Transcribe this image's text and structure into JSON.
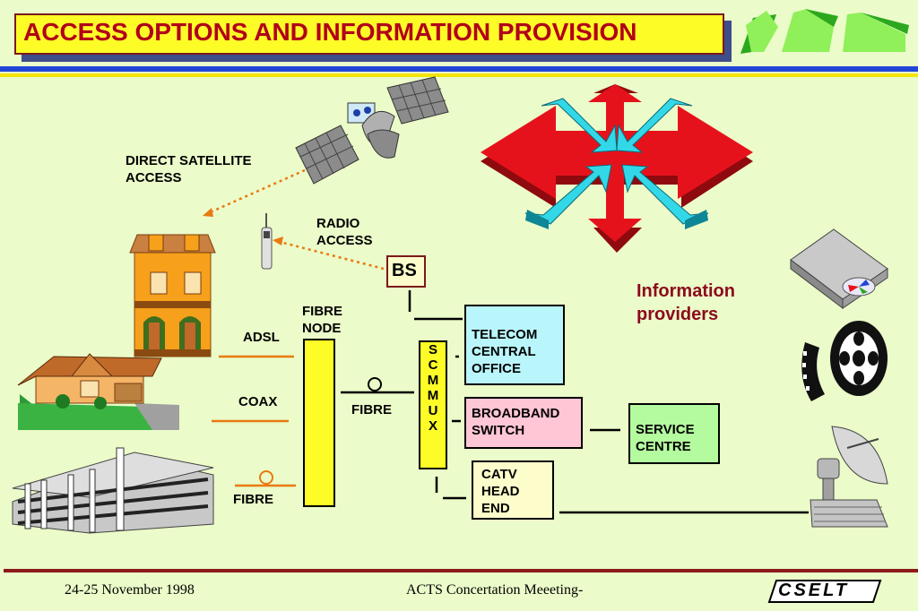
{
  "title": "ACCESS OPTIONS AND INFORMATION PROVISION",
  "labels": {
    "satellite": "DIRECT SATELLITE ACCESS",
    "radio": "RADIO ACCESS",
    "bs": "BS",
    "fibre_node": "FIBRE NODE",
    "adsl": "ADSL",
    "coax": "COAX",
    "fibre_bottom": "FIBRE",
    "fibre_mid": "FIBRE",
    "scm_mux": "S C M M U X",
    "telecom": "TELECOM CENTRAL OFFICE",
    "broadband": "BROADBAND SWITCH",
    "service": "SERVICE CENTRE",
    "catv": "CATV HEAD END",
    "info_providers": "Information providers"
  },
  "footer": {
    "date": "24-25 November 1998",
    "event": "ACTS Concertation Meeeting-",
    "logo": "CSELT"
  },
  "colors": {
    "background": "#ebfbc9",
    "title_fill": "#fdfc27",
    "title_text": "#b1001a",
    "info_text": "#8b0b1d",
    "telecom_fill": "#b9f6fb",
    "broadband_fill": "#ffc6d6",
    "service_fill": "#b4fa9f",
    "catv_fill": "#fdfccb",
    "node_fill": "#fdfc27",
    "stripe_blue": "#2245d8",
    "stripe_yellow": "#f3e40a",
    "arrow_red": "#e6121b",
    "arrow_cyan": "#33d8e8"
  },
  "icons": [
    "satellite-icon",
    "townhouse-icon",
    "house-icon",
    "office-building-icon",
    "mobile-phone-icon",
    "arrows-logo-icon",
    "cd-drive-icon",
    "film-reel-icon",
    "satellite-dish-icon"
  ]
}
